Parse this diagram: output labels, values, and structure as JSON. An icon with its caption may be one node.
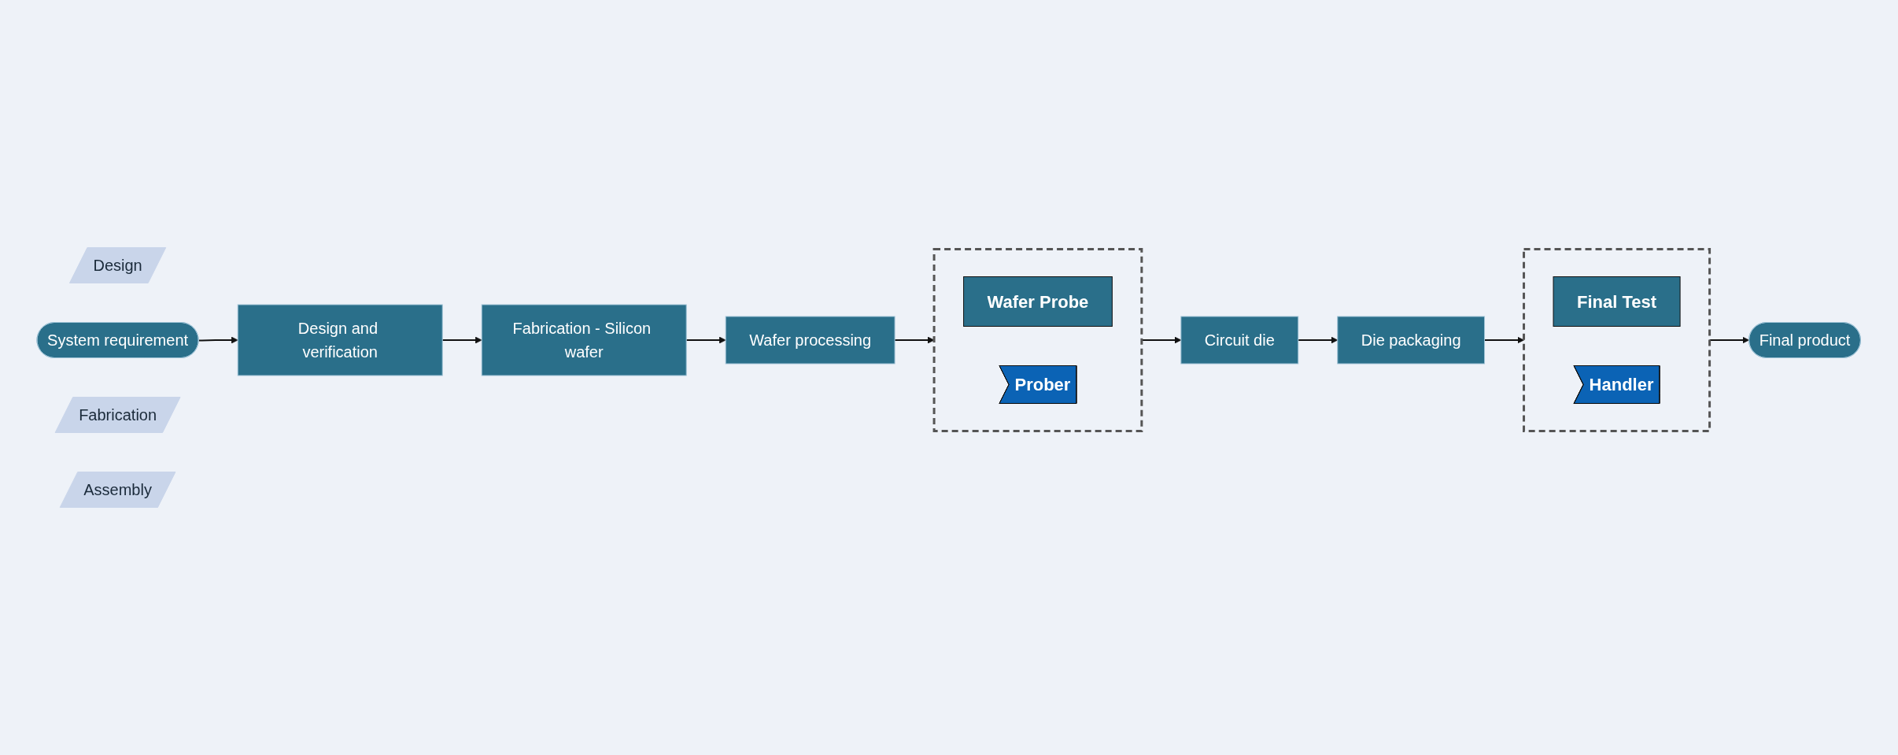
{
  "diagram": {
    "nodes": [
      {
        "text": [
          "Design"
        ]
      },
      {
        "text": [
          "System requirement"
        ]
      },
      {
        "text": [
          "Design and verification"
        ]
      },
      {
        "text": [
          "Fabrication"
        ]
      },
      {
        "text": [
          "Fabrication - Silicon wafer"
        ]
      },
      {
        "text": [
          "Wafer processing"
        ]
      },
      {
        "text": [],
        "shape": "box"
      },
      {
        "text": [
          "Wafer Probe"
        ],
        "in": 6
      },
      {
        "text": [
          "Prober"
        ],
        "in": 6
      },
      {
        "text": [
          "Circuit die"
        ]
      },
      {
        "text": [
          "Assembly"
        ]
      },
      {
        "text": [
          "Die packaging"
        ]
      },
      {
        "text": [],
        "shape": "box"
      },
      {
        "text": [
          "Final Test"
        ],
        "in": 12
      },
      {
        "text": [
          "Handler"
        ],
        "in": 12
      },
      {
        "text": [
          "Final product"
        ]
      }
    ],
    "edges": [
      {
        "from": 1,
        "to": 2,
        "arrow": "to"
      },
      {
        "from": 2,
        "to": 4,
        "arrow": "to"
      },
      {
        "from": 4,
        "to": 5,
        "arrow": "to"
      },
      {
        "from": 5,
        "to": 6,
        "arrow": "to"
      },
      {
        "from": 6,
        "to": 9,
        "arrow": "to"
      },
      {
        "from": 9,
        "to": 11,
        "arrow": "to"
      },
      {
        "from": 11,
        "to": 12,
        "arrow": "to"
      },
      {
        "from": 12,
        "to": 15,
        "arrow": "to"
      }
    ]
  }
}
